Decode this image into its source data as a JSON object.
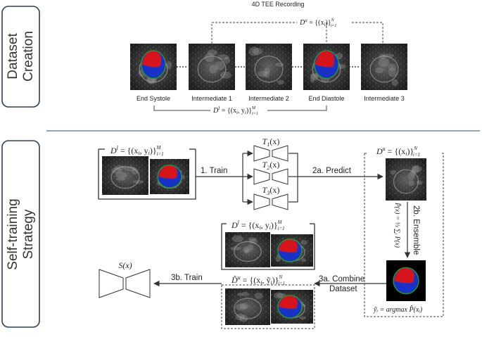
{
  "colors": {
    "sidebox_border": "#2e3f55",
    "divider": "#6f8aa6",
    "lv_red": "#d5151b",
    "lv_blue": "#1a31c8",
    "lv_ring": "#1f9a3c",
    "ultrasound_bg": "#2a2a2a"
  },
  "dataset_creation": {
    "section_label_line1": "Dataset",
    "section_label_line2": "Creation",
    "recording_title": "4D TEE Recording",
    "unlabeled_set": "D",
    "unlabeled_set_sup": "u",
    "unlabeled_set_rhs": " = {(x",
    "unlabeled_set_sub_i": "i",
    "unlabeled_set_close": ")}",
    "unlabeled_set_range": "N",
    "unlabeled_set_index": "i=1",
    "frames": [
      {
        "label": "End Systole",
        "annotated": true
      },
      {
        "label": "Intermediate 1",
        "annotated": false
      },
      {
        "label": "Intermediate 2",
        "annotated": false
      },
      {
        "label": "End Diastole",
        "annotated": true
      },
      {
        "label": "Intermediate 3",
        "annotated": false
      }
    ],
    "labeled_set": "D",
    "labeled_set_sup": "l",
    "labeled_set_rhs": " = {(x",
    "labeled_set_mid": ", y",
    "labeled_set_close": ")}",
    "labeled_set_range": "M",
    "labeled_set_index": "i=1"
  },
  "self_training": {
    "section_label_line1": "Self-training",
    "section_label_line2": "Strategy",
    "labeled_set_title": "D",
    "labeled_set_sup": "l",
    "labeled_set_body": " = {(x",
    "labeled_set_mid": ", y",
    "labeled_set_close": ")}",
    "labeled_set_range": "M",
    "labeled_set_index": "i=1",
    "step_train": "1. Train",
    "teachers": [
      {
        "name": "T",
        "sub": "1",
        "arg": "(x)"
      },
      {
        "name": "T",
        "sub": "2",
        "arg": "(x)"
      },
      {
        "name": "T",
        "sub": "3",
        "arg": "(x)"
      }
    ],
    "step_predict": "2a. Predict",
    "unlabeled_set_title": "D",
    "unlabeled_set_sup": "u",
    "unlabeled_set_body": " = {(x",
    "unlabeled_set_close": ")}",
    "unlabeled_set_range": "N",
    "unlabeled_set_index": "i=1",
    "step_ensemble": "2b. Ensemble",
    "ensemble_formula": "P̂(x) = ⅓ ∑ᵢ P(x)",
    "pseudo_label_formula": "ỹᵢ = argmax P̂(xᵢ)",
    "step_combine_line1": "3a. Combine",
    "step_combine_line2": "Dataset",
    "combined_labeled_title": "D",
    "combined_labeled_sup": "l",
    "combined_labeled_body": " = {(x",
    "combined_labeled_mid": ", y",
    "combined_labeled_close": ")}",
    "combined_labeled_range": "M",
    "combined_labeled_index": "i=1",
    "pseudo_set_title": "D̃",
    "pseudo_set_sup": "u",
    "pseudo_set_body": " = {(x",
    "pseudo_set_mid": ", ỹ",
    "pseudo_set_close": ")}",
    "pseudo_set_range": "N",
    "pseudo_set_index": "i=1",
    "step_train_student": "3b. Train",
    "student_name": "S(x)"
  }
}
